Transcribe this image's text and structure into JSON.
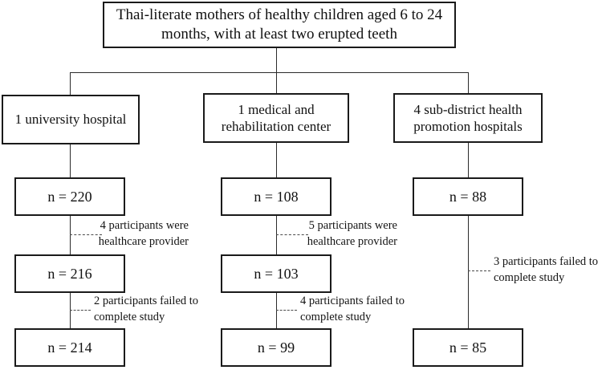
{
  "figure": {
    "type": "participant-flow-diagram",
    "line_color": "#2b2b2b",
    "box_border_color": "#1a1a1a",
    "background": "#ffffff"
  },
  "top": {
    "label": "Thai-literate mothers of healthy children aged 6 to 24 months, with at least two erupted teeth"
  },
  "sites": [
    {
      "label": "1 university hospital"
    },
    {
      "label": "1 medical and rehabilitation center"
    },
    {
      "label": "4 sub-district health promotion hospitals"
    }
  ],
  "columns": [
    {
      "name": "university-hospital",
      "enrolled": "n = 220",
      "after_exclusion": "n = 216",
      "final": "n = 214",
      "exclusion_note": "4 participants were\nhealthcare provider",
      "attrition_note": "2 participants failed to\ncomplete study"
    },
    {
      "name": "medical-rehabilitation-center",
      "enrolled": "n = 108",
      "after_exclusion": "n = 103",
      "final": "n = 99",
      "exclusion_note": "5 participants were\nhealthcare provider",
      "attrition_note": "4 participants failed to\ncomplete study"
    },
    {
      "name": "sub-district-health-promotion-hospitals",
      "enrolled": "n = 88",
      "final": "n = 85",
      "attrition_note": "3 participants failed to\ncomplete study"
    }
  ]
}
